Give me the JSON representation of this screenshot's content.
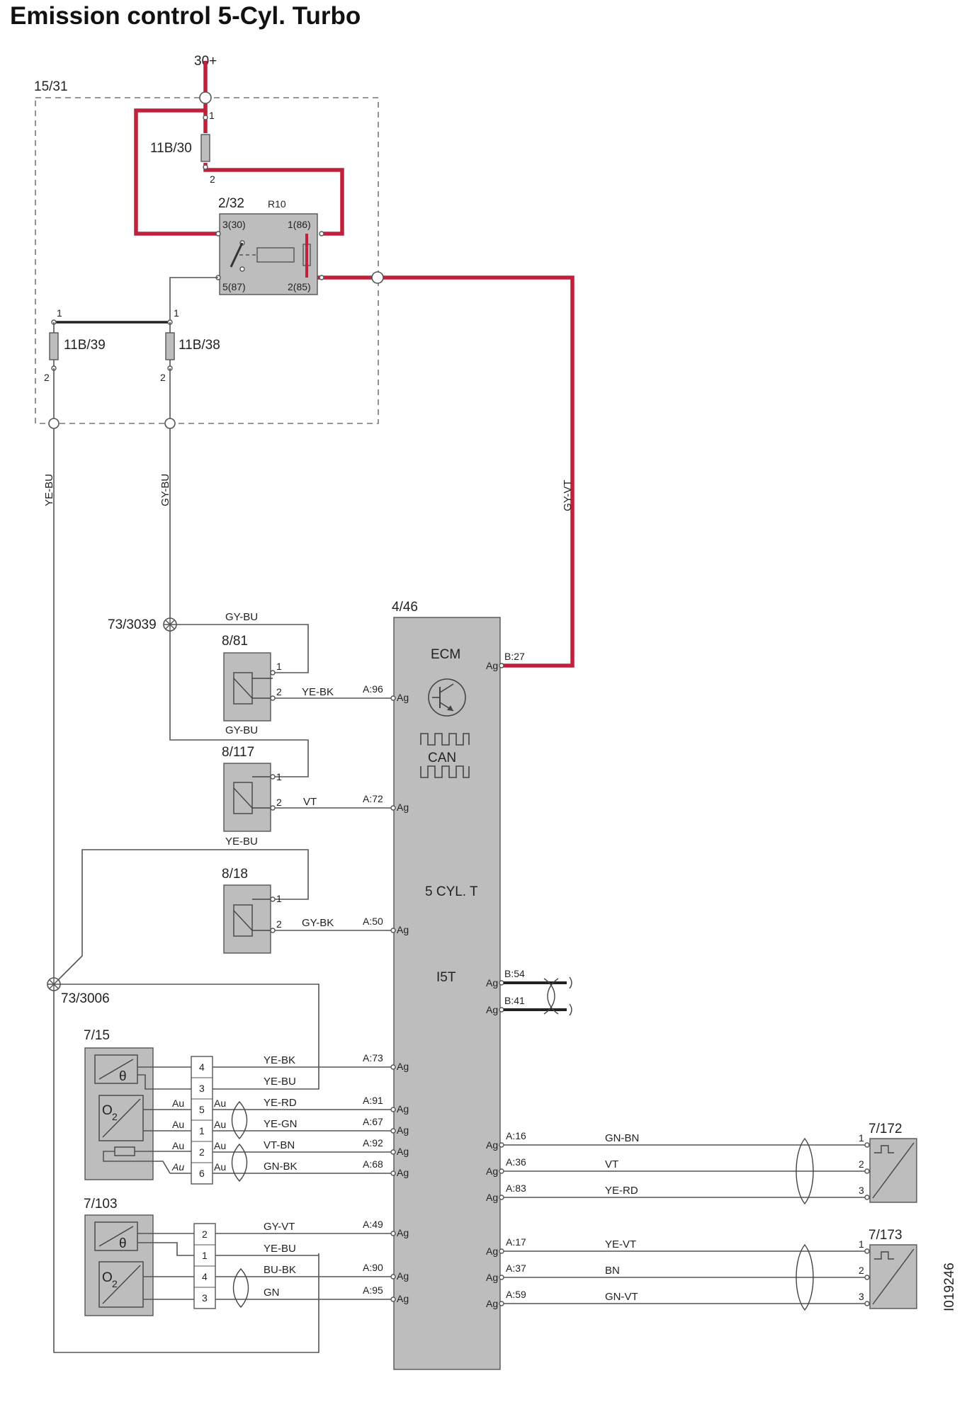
{
  "title": "Emission control 5-Cyl. Turbo",
  "supply": "30+",
  "fuse_box": {
    "id": "15/31",
    "fuses": [
      {
        "id": "11B/30",
        "pin_top": "1",
        "pin_bottom": "2"
      },
      {
        "id": "11B/39",
        "pin_top": "1",
        "pin_bottom": "2"
      },
      {
        "id": "11B/38",
        "pin_top": "1",
        "pin_bottom": "2"
      }
    ],
    "relay": {
      "id": "2/32",
      "name": "R10",
      "pins": [
        "3(30)",
        "1(86)",
        "5(87)",
        "2(85)"
      ]
    }
  },
  "wires": {
    "ye_bu": "YE-BU",
    "gy_bu": "GY-BU",
    "gy_vt": "GY-VT"
  },
  "splices": [
    "73/3039",
    "73/3006"
  ],
  "ecm": {
    "id": "4/46",
    "name": "ECM",
    "can": "CAN",
    "variant": "5 CYL. T",
    "engine": "I5T",
    "pin_suffix": "Ag",
    "pins": {
      "b27": "B:27",
      "a96": "A:96",
      "a72": "A:72",
      "a50": "A:50",
      "b54": "B:54",
      "b41": "B:41",
      "a73": "A:73",
      "a91": "A:91",
      "a67": "A:67",
      "a92": "A:92",
      "a68": "A:68",
      "a49": "A:49",
      "a90": "A:90",
      "a95": "A:95",
      "a16": "A:16",
      "a36": "A:36",
      "a83": "A:83",
      "a17": "A:17",
      "a37": "A:37",
      "a59": "A:59"
    }
  },
  "components": {
    "c881": {
      "id": "8/81",
      "pin1": "1",
      "pin2": "2",
      "wire_top": "GY-BU",
      "wire": "YE-BK"
    },
    "c8117": {
      "id": "8/117",
      "pin1": "1",
      "pin2": "2",
      "wire_top": "GY-BU",
      "wire": "VT"
    },
    "c818": {
      "id": "8/18",
      "pin1": "1",
      "pin2": "2",
      "wire_top": "YE-BU",
      "wire": "GY-BK"
    },
    "c715": {
      "id": "7/15",
      "pins": [
        "4",
        "3",
        "5",
        "1",
        "2",
        "6"
      ],
      "wires": [
        "YE-BK",
        "YE-BU",
        "YE-RD",
        "YE-GN",
        "VT-BN",
        "GN-BK"
      ],
      "au": "Au",
      "theta": "θ",
      "o2": "O",
      "o2_sub": "2"
    },
    "c7103": {
      "id": "7/103",
      "pins": [
        "2",
        "1",
        "4",
        "3"
      ],
      "wires": [
        "GY-VT",
        "YE-BU",
        "BU-BK",
        "GN"
      ],
      "theta": "θ",
      "o2": "O",
      "o2_sub": "2"
    },
    "c7172": {
      "id": "7/172",
      "pins": [
        "1",
        "2",
        "3"
      ],
      "wires": [
        "GN-BN",
        "VT",
        "YE-RD"
      ]
    },
    "c7173": {
      "id": "7/173",
      "pins": [
        "1",
        "2",
        "3"
      ],
      "wires": [
        "YE-VT",
        "BN",
        "GN-VT"
      ]
    }
  },
  "doc_id": "I019246"
}
